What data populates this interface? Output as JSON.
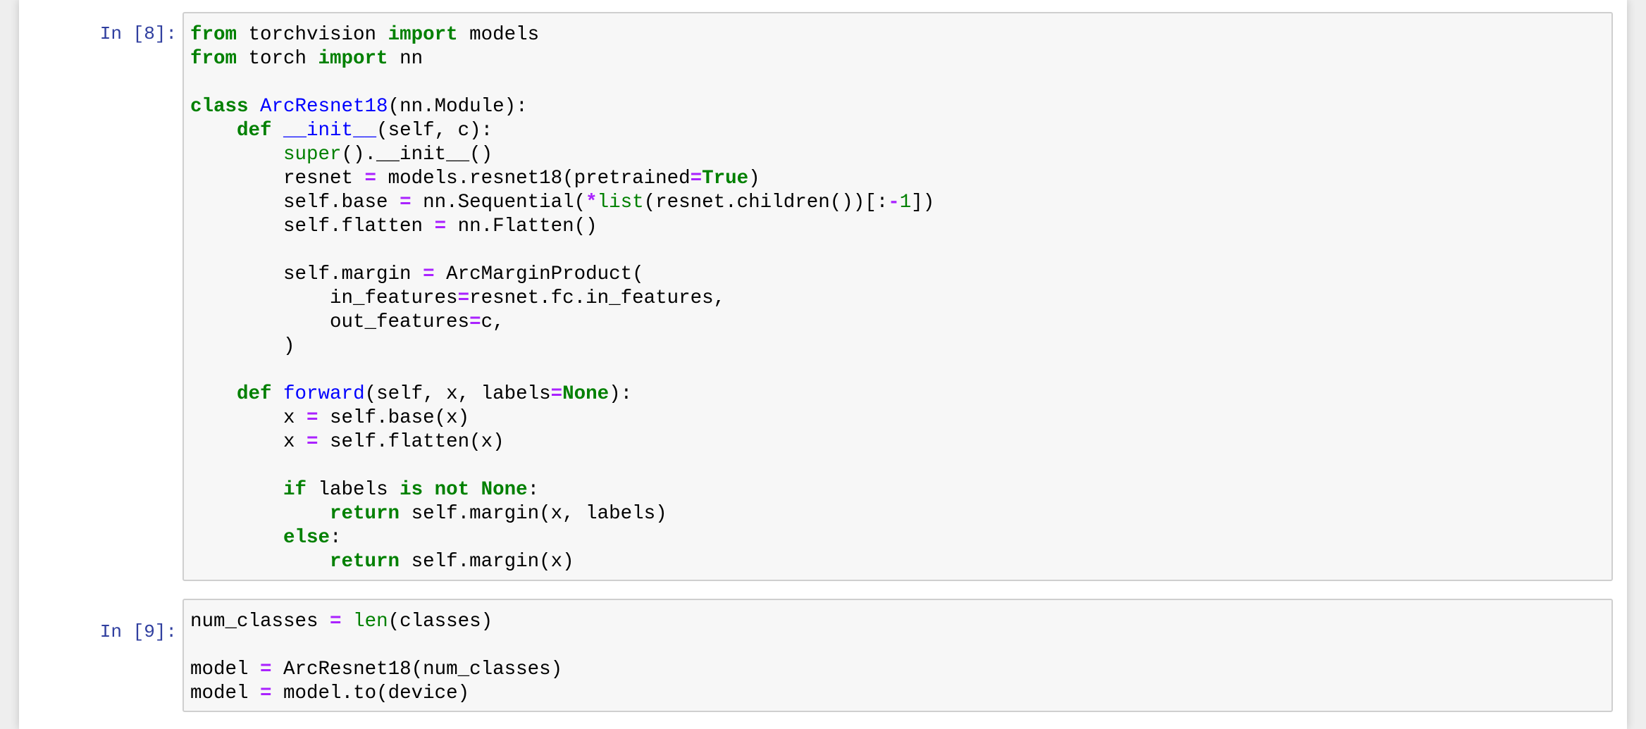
{
  "colors": {
    "keyword": "#008000",
    "builtin": "#008000",
    "definition": "#0000ff",
    "operator": "#aa22ff",
    "number": "#008000",
    "prompt": "#303f9f",
    "cell_background": "#f7f7f7",
    "cell_border": "#cfcfcf"
  },
  "cells": [
    {
      "prompt": "In [8]:",
      "lines": [
        [
          [
            "kw",
            "from"
          ],
          [
            "p",
            " torchvision "
          ],
          [
            "kw",
            "import"
          ],
          [
            "p",
            " models"
          ]
        ],
        [
          [
            "kw",
            "from"
          ],
          [
            "p",
            " torch "
          ],
          [
            "kw",
            "import"
          ],
          [
            "p",
            " nn"
          ]
        ],
        [],
        [
          [
            "kw",
            "class"
          ],
          [
            "p",
            " "
          ],
          [
            "def",
            "ArcResnet18"
          ],
          [
            "p",
            "(nn.Module):"
          ]
        ],
        [
          [
            "p",
            "    "
          ],
          [
            "kw",
            "def"
          ],
          [
            "p",
            " "
          ],
          [
            "def",
            "__init__"
          ],
          [
            "p",
            "(self, c):"
          ]
        ],
        [
          [
            "p",
            "        "
          ],
          [
            "bi",
            "super"
          ],
          [
            "p",
            "().__init__()"
          ]
        ],
        [
          [
            "p",
            "        resnet "
          ],
          [
            "op",
            "="
          ],
          [
            "p",
            " models.resnet18(pretrained"
          ],
          [
            "op",
            "="
          ],
          [
            "kw",
            "True"
          ],
          [
            "p",
            ")"
          ]
        ],
        [
          [
            "p",
            "        self.base "
          ],
          [
            "op",
            "="
          ],
          [
            "p",
            " nn.Sequential("
          ],
          [
            "op",
            "*"
          ],
          [
            "bi",
            "list"
          ],
          [
            "p",
            "(resnet.children())[:"
          ],
          [
            "op",
            "-"
          ],
          [
            "num",
            "1"
          ],
          [
            "p",
            "])"
          ]
        ],
        [
          [
            "p",
            "        self.flatten "
          ],
          [
            "op",
            "="
          ],
          [
            "p",
            " nn.Flatten()"
          ]
        ],
        [],
        [
          [
            "p",
            "        self.margin "
          ],
          [
            "op",
            "="
          ],
          [
            "p",
            " ArcMarginProduct("
          ]
        ],
        [
          [
            "p",
            "            in_features"
          ],
          [
            "op",
            "="
          ],
          [
            "p",
            "resnet.fc.in_features,"
          ]
        ],
        [
          [
            "p",
            "            out_features"
          ],
          [
            "op",
            "="
          ],
          [
            "p",
            "c,"
          ]
        ],
        [
          [
            "p",
            "        )"
          ]
        ],
        [],
        [
          [
            "p",
            "    "
          ],
          [
            "kw",
            "def"
          ],
          [
            "p",
            " "
          ],
          [
            "def",
            "forward"
          ],
          [
            "p",
            "(self, x, labels"
          ],
          [
            "op",
            "="
          ],
          [
            "kw",
            "None"
          ],
          [
            "p",
            "):"
          ]
        ],
        [
          [
            "p",
            "        x "
          ],
          [
            "op",
            "="
          ],
          [
            "p",
            " self.base(x)"
          ]
        ],
        [
          [
            "p",
            "        x "
          ],
          [
            "op",
            "="
          ],
          [
            "p",
            " self.flatten(x)"
          ]
        ],
        [],
        [
          [
            "p",
            "        "
          ],
          [
            "kw",
            "if"
          ],
          [
            "p",
            " labels "
          ],
          [
            "kw",
            "is"
          ],
          [
            "p",
            " "
          ],
          [
            "kw",
            "not"
          ],
          [
            "p",
            " "
          ],
          [
            "kw",
            "None"
          ],
          [
            "p",
            ":"
          ]
        ],
        [
          [
            "p",
            "            "
          ],
          [
            "kw",
            "return"
          ],
          [
            "p",
            " self.margin(x, labels)"
          ]
        ],
        [
          [
            "p",
            "        "
          ],
          [
            "kw",
            "else"
          ],
          [
            "p",
            ":"
          ]
        ],
        [
          [
            "p",
            "            "
          ],
          [
            "kw",
            "return"
          ],
          [
            "p",
            " self.margin(x)"
          ]
        ]
      ]
    },
    {
      "prompt": "In [9]:",
      "lines": [
        [
          [
            "p",
            "num_classes "
          ],
          [
            "op",
            "="
          ],
          [
            "p",
            " "
          ],
          [
            "bi",
            "len"
          ],
          [
            "p",
            "(classes)"
          ]
        ],
        [],
        [
          [
            "p",
            "model "
          ],
          [
            "op",
            "="
          ],
          [
            "p",
            " ArcResnet18(num_classes)"
          ]
        ],
        [
          [
            "p",
            "model "
          ],
          [
            "op",
            "="
          ],
          [
            "p",
            " model.to(device)"
          ]
        ]
      ]
    }
  ]
}
